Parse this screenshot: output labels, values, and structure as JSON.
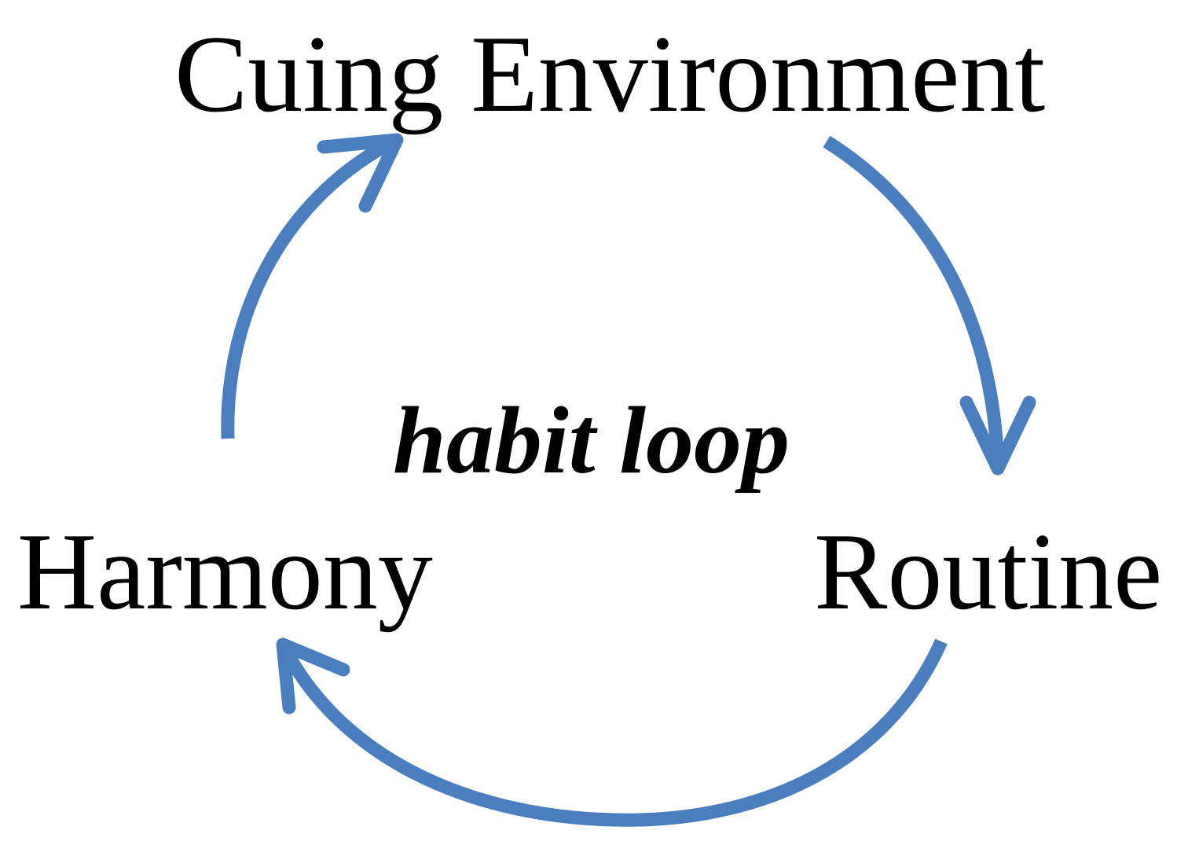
{
  "diagram": {
    "nodes": {
      "top": "Cuing Environment",
      "right": "Routine",
      "left": "Harmony"
    },
    "center_label": "habit loop",
    "arrow_color": "#4a7ebf",
    "text_color": "#000000"
  }
}
